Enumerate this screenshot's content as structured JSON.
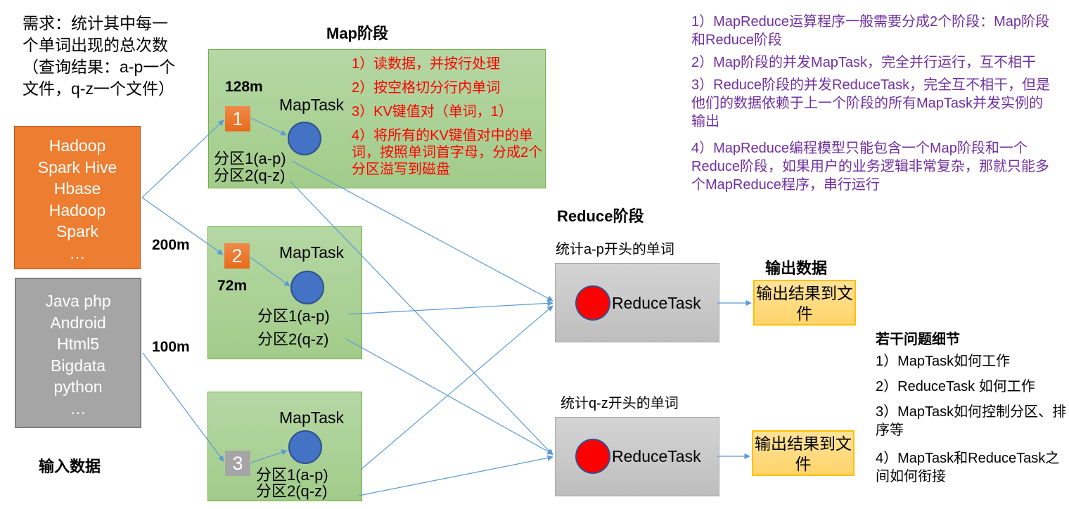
{
  "requirement": "需求：统计其中每一个单词出现的总次数（查询结果：a-p一个文件，q-z一个文件）",
  "input": {
    "heading": "输入数据",
    "files": [
      {
        "lines": [
          "Hadoop",
          "Spark Hive",
          "Hbase",
          "Hadoop",
          "Spark",
          "…"
        ],
        "color": "#ed7d31",
        "size": "200m"
      },
      {
        "lines": [
          "Java php",
          "Android",
          "Html5",
          "Bigdata",
          "python",
          "…"
        ],
        "color": "#a5a5a5",
        "size": "100m"
      }
    ]
  },
  "map_phase": {
    "heading": "Map阶段",
    "splits": [
      {
        "id": "1",
        "size": "128m",
        "task": "MapTask",
        "partitions": [
          "分区1(a-p)",
          "分区2(q-z)"
        ]
      },
      {
        "id": "2",
        "size": "72m",
        "task": "MapTask",
        "partitions": [
          "分区1(a-p)",
          "分区2(q-z)"
        ]
      },
      {
        "id": "3",
        "size": "",
        "task": "MapTask",
        "partitions": [
          "分区1(a-p)",
          "分区2(q-z)"
        ]
      }
    ],
    "steps": [
      "1）读数据，并按行处理",
      "2）按空格切分行内单词",
      "3）KV键值对（单词，1）",
      "4）将所有的KV键值对中的单词，按照单词首字母，分成2个分区溢写到磁盘"
    ]
  },
  "reduce_phase": {
    "heading": "Reduce阶段",
    "tasks": [
      {
        "caption": "统计a-p开头的单词",
        "task": "ReduceTask",
        "output": "输出结果到文件"
      },
      {
        "caption": "统计q-z开头的单词",
        "task": "ReduceTask",
        "output": "输出结果到文件"
      }
    ]
  },
  "output": {
    "heading": "输出数据"
  },
  "notes": [
    "1）MapReduce运算程序一般需要分成2个阶段：Map阶段和Reduce阶段",
    "2）Map阶段的并发MapTask，完全并行运行，互不相干",
    "3）Reduce阶段的并发ReduceTask，完全互不相干，但是他们的数据依赖于上一个阶段的所有MapTask并发实例的输出",
    "4）MapReduce编程模型只能包含一个Map阶段和一个Reduce阶段，如果用户的业务逻辑非常复杂，那就只能多个MapReduce程序，串行运行"
  ],
  "questions": {
    "title": "若干问题细节",
    "items": [
      "1）MapTask如何工作",
      "2）ReduceTask 如何工作",
      "3）MapTask如何控制分区、排序等",
      "4）MapTask和ReduceTask之间如何衔接"
    ]
  },
  "colors": {
    "arrow": "#5b9bd5",
    "map_box": "#a9d18e",
    "reduce_box": "#c9c9c9",
    "output_box": "#ffd966",
    "note_text": "#7030a0",
    "step_text": "#ff0000"
  }
}
